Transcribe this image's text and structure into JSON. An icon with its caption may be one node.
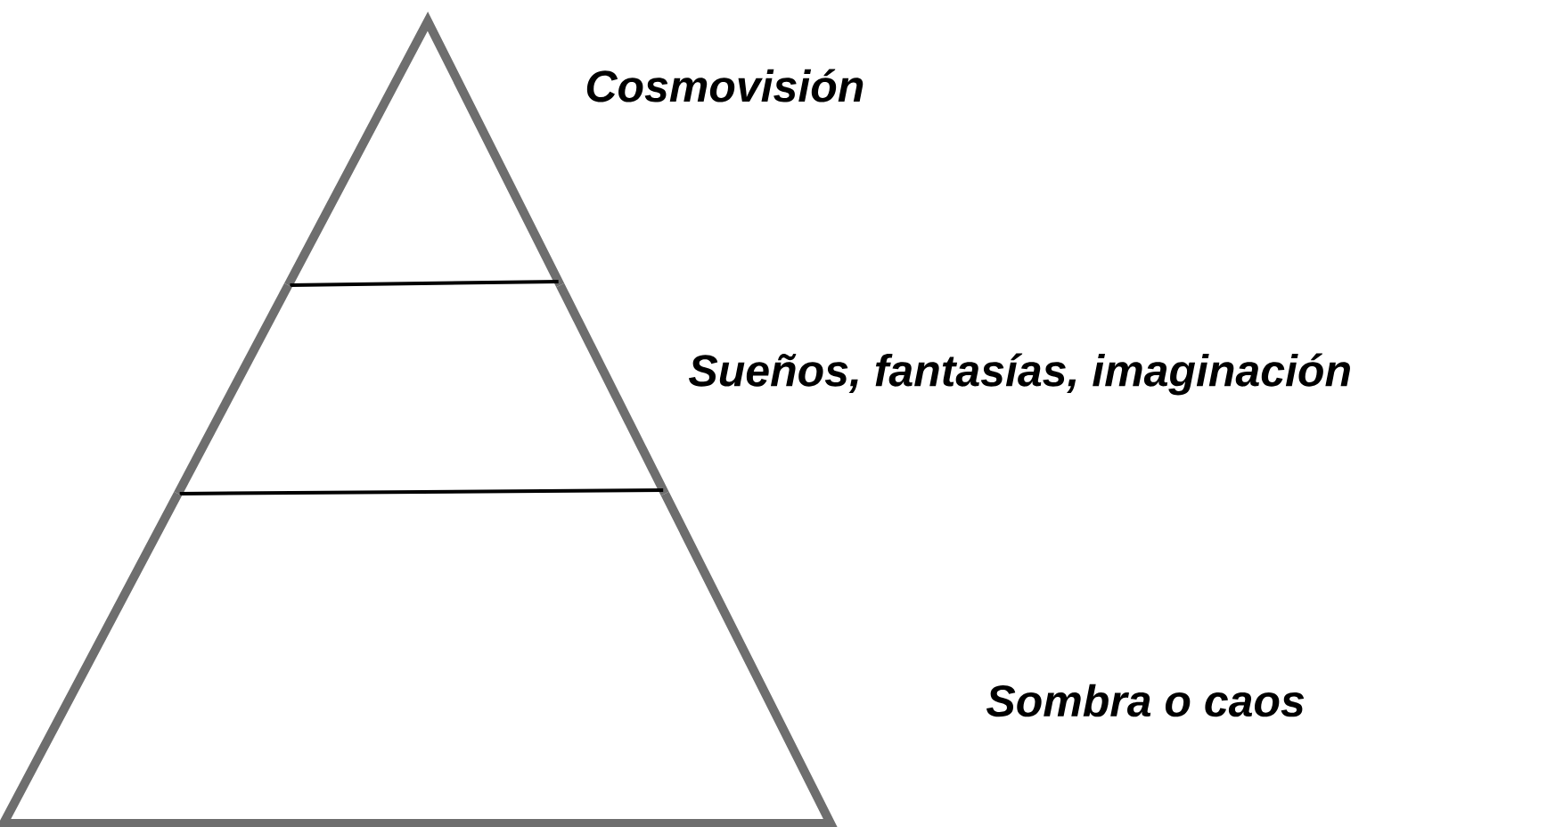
{
  "diagram": {
    "nodes": [
      {
        "text": [],
        "shape": "triangle",
        "beside": [
          "Cosmovisión"
        ]
      },
      {
        "text": [],
        "shape": "band",
        "beside": [
          "Sueños, fantasías, imaginación"
        ]
      },
      {
        "text": [],
        "shape": "band",
        "beside": [
          "Sombra o caos"
        ]
      }
    ]
  }
}
